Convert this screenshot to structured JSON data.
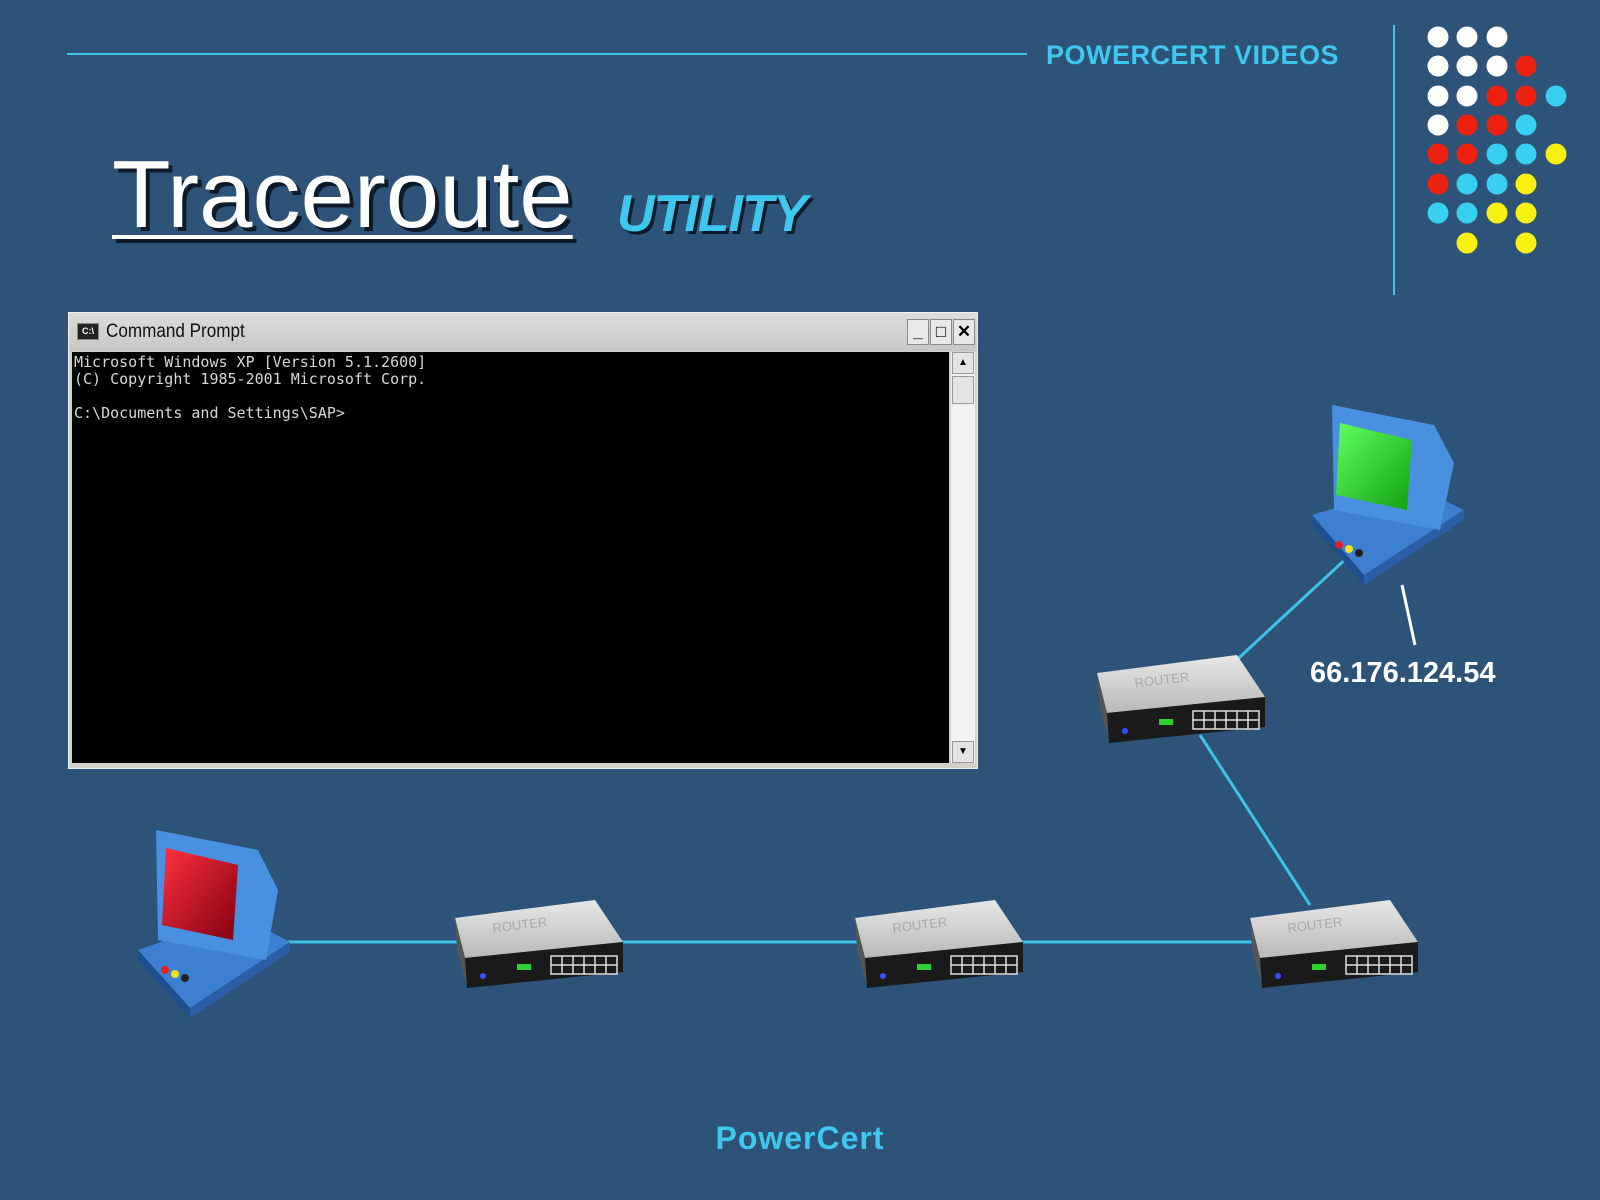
{
  "header": {
    "brand": "POWERCERT VIDEOS",
    "title": "Traceroute",
    "subtitle": "UTILITY"
  },
  "logo_dots": {
    "colors": {
      "W": "#ffffff",
      "R": "#ee2010",
      "C": "#38d0f0",
      "Y": "#f8f010"
    },
    "rows": [
      "WWW..",
      "WWWR.",
      "WWRRC",
      "WRRC.",
      "RRCCY",
      "RCCY.",
      "CCYY.",
      ".Y.Y."
    ]
  },
  "cmd_window": {
    "icon_text": "C:\\",
    "title": "Command Prompt",
    "minimize": "_",
    "maximize": "□",
    "close": "✕",
    "lines": [
      "Microsoft Windows XP [Version 5.1.2600]",
      "(C) Copyright 1985-2001 Microsoft Corp.",
      "",
      "C:\\Documents and Settings\\SAP>"
    ],
    "scroll_up": "▲",
    "scroll_down": "▼"
  },
  "network": {
    "router_label": "ROUTER",
    "destination_ip": "66.176.124.54",
    "source_screen_color": "#d01020",
    "destination_screen_color": "#20d020",
    "link_color": "#3cc3ea"
  },
  "footer": {
    "text": "PowerCert"
  }
}
